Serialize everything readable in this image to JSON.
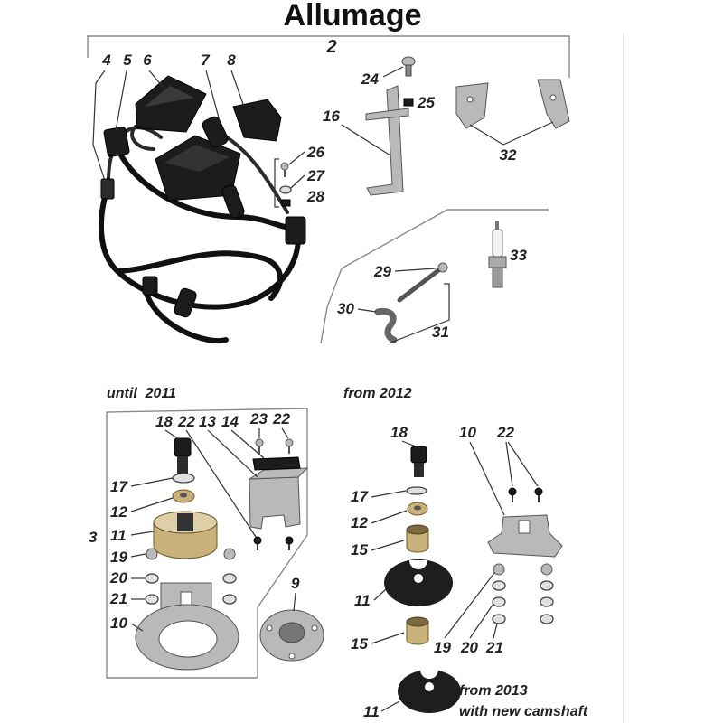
{
  "title": "Allumage",
  "group_2": {
    "label": "2",
    "harness_callouts": [
      "4",
      "5",
      "6",
      "7",
      "8",
      "26",
      "27",
      "28"
    ],
    "bracket_callouts": [
      "24",
      "25",
      "16",
      "32"
    ]
  },
  "plug_and_rod": {
    "callouts": [
      "33",
      "29",
      "30",
      "31"
    ]
  },
  "until_2011": {
    "heading": "until  2011",
    "callouts": [
      "18",
      "22",
      "13",
      "14",
      "23",
      "22",
      "17",
      "12",
      "3",
      "11",
      "19",
      "20",
      "21",
      "10",
      "9"
    ]
  },
  "from_2012": {
    "heading": "from 2012",
    "callouts": [
      "18",
      "10",
      "22",
      "17",
      "12",
      "15",
      "11",
      "19",
      "20",
      "21",
      "15"
    ]
  },
  "from_2013": {
    "note_line1": "from 2013",
    "note_line2": "with new camshaft",
    "callout": "11"
  }
}
